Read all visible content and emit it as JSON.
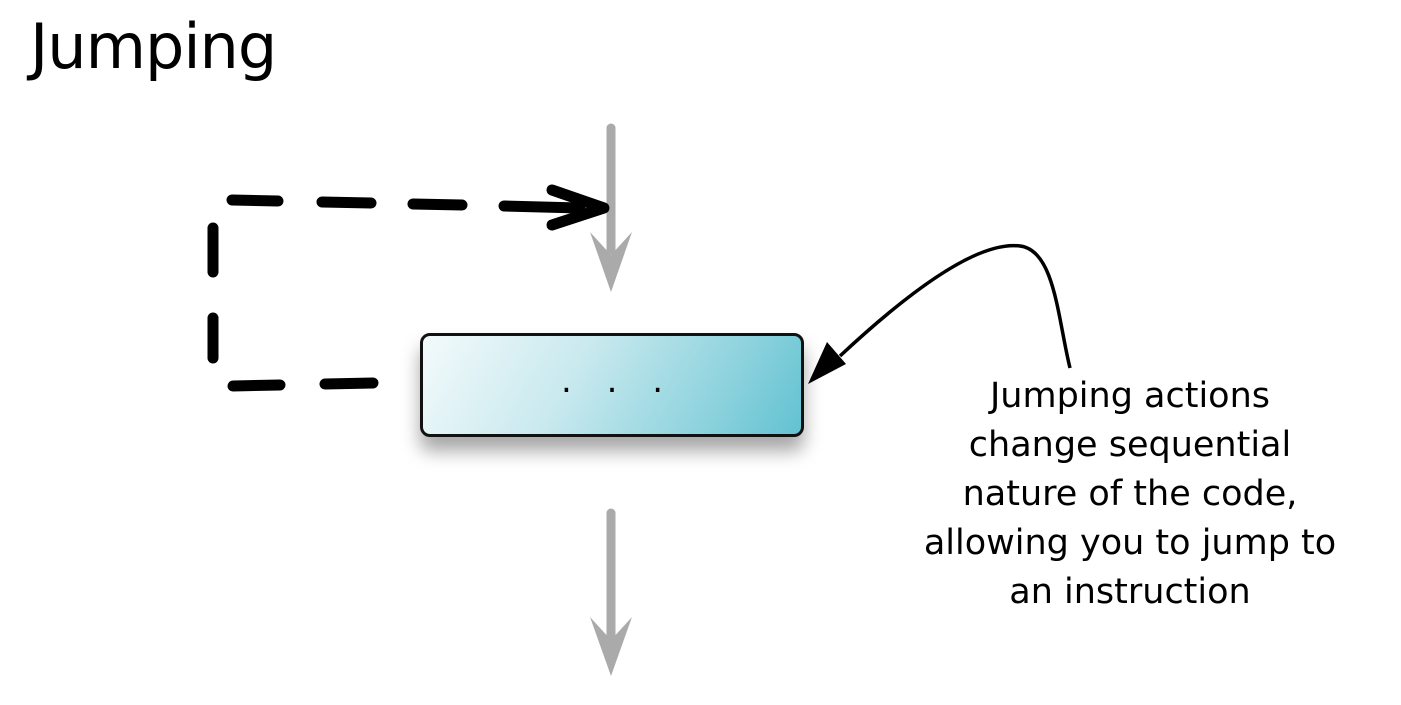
{
  "title": "Jumping",
  "instruction_box": {
    "label": ". . ."
  },
  "annotation": {
    "lines": [
      "Jumping actions",
      "change sequential",
      "nature of the code,",
      "allowing you to jump to",
      "an instruction"
    ]
  },
  "colors": {
    "flow_arrow": "#aaaaaa",
    "jump_arrow": "#000000",
    "box_gradient_light": "#f3fafb",
    "box_gradient_dark": "#62c2d1"
  }
}
